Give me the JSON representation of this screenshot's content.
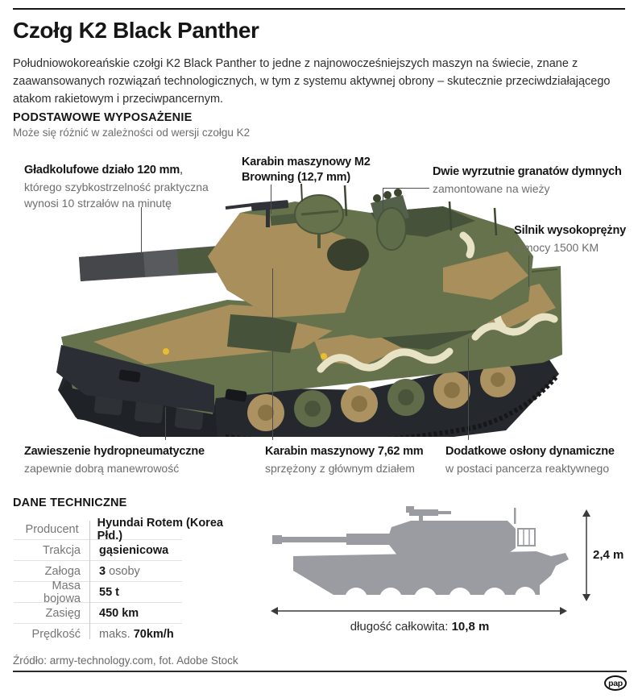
{
  "page": {
    "title": "Czołg K2 Black Panther",
    "intro": "Południowokoreańskie czołgi K2 Black Panther to jedne z najnowocześniejszych maszyn na świecie, znane z zaawansowanych rozwiązań technologicznych, w tym z systemu aktywnej obrony – skutecznie przeciwdziałającego atakom rakietowym i przeciwpancernym.",
    "section_equipment_title": "PODSTAWOWE WYPOSAŻENIE",
    "section_equipment_note": "Może się różnić w zależności od wersji czołgu K2",
    "section_specs_title": "DANE TECHNICZNE"
  },
  "callouts": {
    "main_gun": {
      "title": "Gładkolufowe działo 120 mm",
      "suffix": ",",
      "desc": "którego szybkostrzelność praktyczna wynosi 10 strzałów na minutę"
    },
    "m2": {
      "title": "Karabin maszynowy M2 Browning (12,7 mm)",
      "desc": ""
    },
    "smoke": {
      "title": "Dwie wyrzutnie granatów dymnych",
      "desc": "zamontowane na wieży"
    },
    "engine": {
      "title": "Silnik wysokoprężny",
      "desc": "o mocy 1500 KM"
    },
    "suspension": {
      "title": "Zawieszenie hydropneumatyczne",
      "desc": "zapewnie dobrą manewrowość"
    },
    "coax_gun": {
      "title": "Karabin maszynowy 7,62 mm",
      "desc": "sprzężony z głównym działem"
    },
    "reactive_armor": {
      "title": "Dodatkowe osłony dynamiczne",
      "desc": "w postaci pancerza reaktywnego"
    }
  },
  "specs": {
    "rows": [
      {
        "label": "Producent",
        "pre": "",
        "bold": "Hyundai Rotem (Korea Płd.)",
        "post": ""
      },
      {
        "label": "Trakcja",
        "pre": "",
        "bold": "gąsienicowa",
        "post": ""
      },
      {
        "label": "Załoga",
        "pre": "",
        "bold": "3",
        "post": " osoby"
      },
      {
        "label": "Masa bojowa",
        "pre": "",
        "bold": "55 t",
        "post": ""
      },
      {
        "label": "Zasięg",
        "pre": "",
        "bold": "450 km",
        "post": ""
      },
      {
        "label": "Prędkość",
        "pre": "maks. ",
        "bold": "70km/h",
        "post": ""
      }
    ]
  },
  "dimensions": {
    "height": "2,4 m",
    "length_prefix": "długość całkowita: ",
    "length": "10,8 m"
  },
  "footer": {
    "source": "Źródło: army-technology.com, fot. Adobe Stock",
    "logo": "pap"
  },
  "colors": {
    "ink": "#161616",
    "body": "#2d2d2d",
    "gray": "#6d6d6d",
    "leader": "#4d4d4d",
    "silhouette": "#9b9ca2",
    "arrow": "#3a3a3a",
    "olive": "#66724c",
    "olive_dark": "#4e5a3e",
    "tan": "#a98f5c",
    "dark_green": "#46523a",
    "cream": "#e9e3c6",
    "track": "#25282d",
    "wheel": "#ab9260",
    "barrel": "#585a5e"
  }
}
